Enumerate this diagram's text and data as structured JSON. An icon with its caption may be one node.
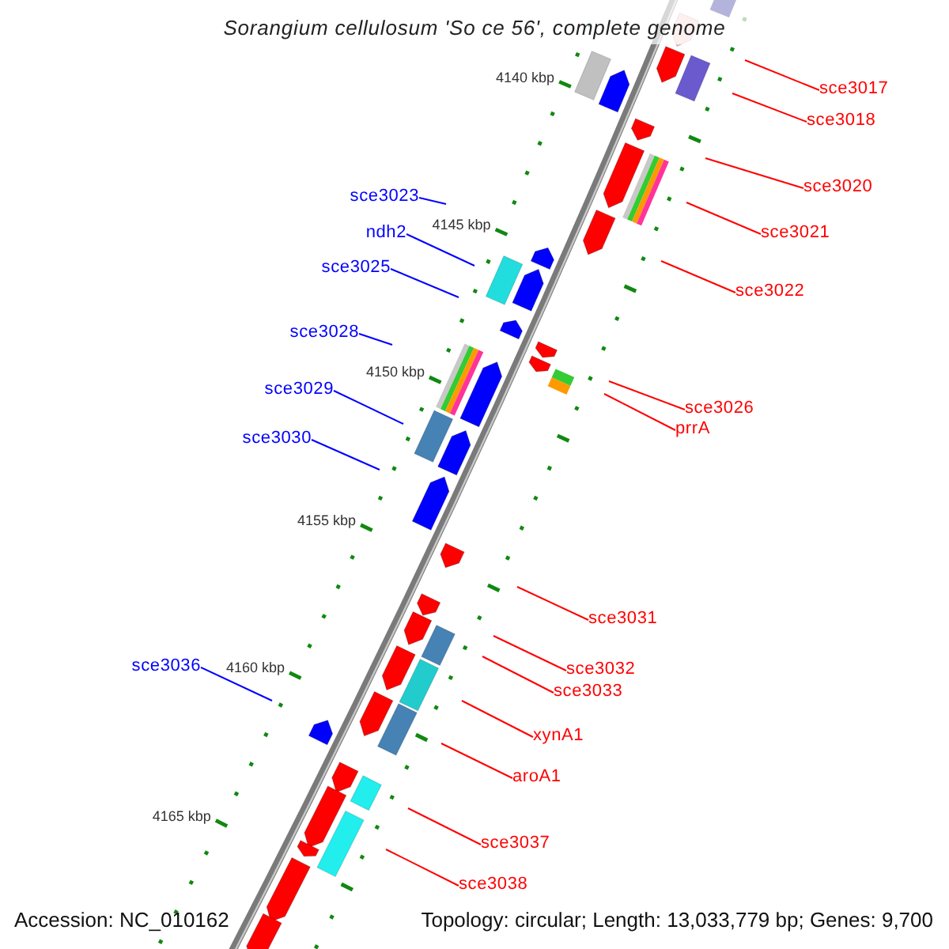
{
  "diagram": {
    "title": "Sorangium cellulosum 'So ce 56', complete genome",
    "nodes": [
      {
        "text": [
          "sce3017"
        ]
      },
      {
        "text": [
          "sce3018"
        ]
      },
      {
        "text": [
          "sce3020"
        ]
      },
      {
        "text": [
          "sce3023"
        ]
      },
      {
        "text": [
          "ndh2"
        ]
      },
      {
        "text": [
          "sce3021"
        ]
      },
      {
        "text": [
          "sce3025"
        ]
      },
      {
        "text": [
          "sce3022"
        ]
      },
      {
        "text": [
          "sce3028"
        ]
      },
      {
        "text": [
          "sce3029"
        ]
      },
      {
        "text": [
          "sce3026"
        ]
      },
      {
        "text": [
          "prrA"
        ]
      },
      {
        "text": [
          "sce3030"
        ]
      },
      {
        "text": [
          "sce3031"
        ]
      },
      {
        "text": [
          "sce3036"
        ]
      },
      {
        "text": [
          "sce3032"
        ]
      },
      {
        "text": [
          "sce3033"
        ]
      },
      {
        "text": [
          "xynA1"
        ]
      },
      {
        "text": [
          "aroA1"
        ]
      },
      {
        "text": [
          "sce3037"
        ]
      },
      {
        "text": [
          "sce3038"
        ]
      }
    ],
    "edges": [
      {
        "from": 0,
        "to": null,
        "arrow": "none"
      },
      {
        "from": 1,
        "to": null,
        "arrow": "none"
      },
      {
        "from": 2,
        "to": null,
        "arrow": "none"
      },
      {
        "from": 3,
        "to": null,
        "arrow": "none",
        "color": "#0000ff"
      },
      {
        "from": 4,
        "to": null,
        "arrow": "none",
        "color": "#0000ff"
      },
      {
        "from": 5,
        "to": null,
        "arrow": "none"
      },
      {
        "from": 6,
        "to": null,
        "arrow": "none",
        "color": "#0000ff"
      },
      {
        "from": 7,
        "to": null,
        "arrow": "none"
      },
      {
        "from": 8,
        "to": null,
        "arrow": "none",
        "color": "#0000ff"
      },
      {
        "from": 9,
        "to": null,
        "arrow": "none",
        "color": "#0000ff"
      },
      {
        "from": 10,
        "to": null,
        "arrow": "none"
      },
      {
        "from": 11,
        "to": null,
        "arrow": "none"
      },
      {
        "from": 12,
        "to": null,
        "arrow": "none",
        "color": "#0000ff"
      },
      {
        "from": 13,
        "to": null,
        "arrow": "none"
      },
      {
        "from": 14,
        "to": null,
        "arrow": "none",
        "color": "#0000ff"
      },
      {
        "from": 15,
        "to": null,
        "arrow": "none"
      },
      {
        "from": 16,
        "to": null,
        "arrow": "none"
      },
      {
        "from": 17,
        "to": null,
        "arrow": "none"
      },
      {
        "from": 18,
        "to": null,
        "arrow": "none"
      },
      {
        "from": 19,
        "to": null,
        "arrow": "none"
      },
      {
        "from": 20,
        "to": null,
        "arrow": "none"
      }
    ],
    "labels": [
      "4140 kbp",
      "4145 kbp",
      "4150 kbp",
      "4155 kbp",
      "4160 kbp",
      "4165 kbp",
      "Accession: NC_010162",
      "Topology: circular; Length: 13,033,779 bp; Genes: 9,700"
    ]
  }
}
